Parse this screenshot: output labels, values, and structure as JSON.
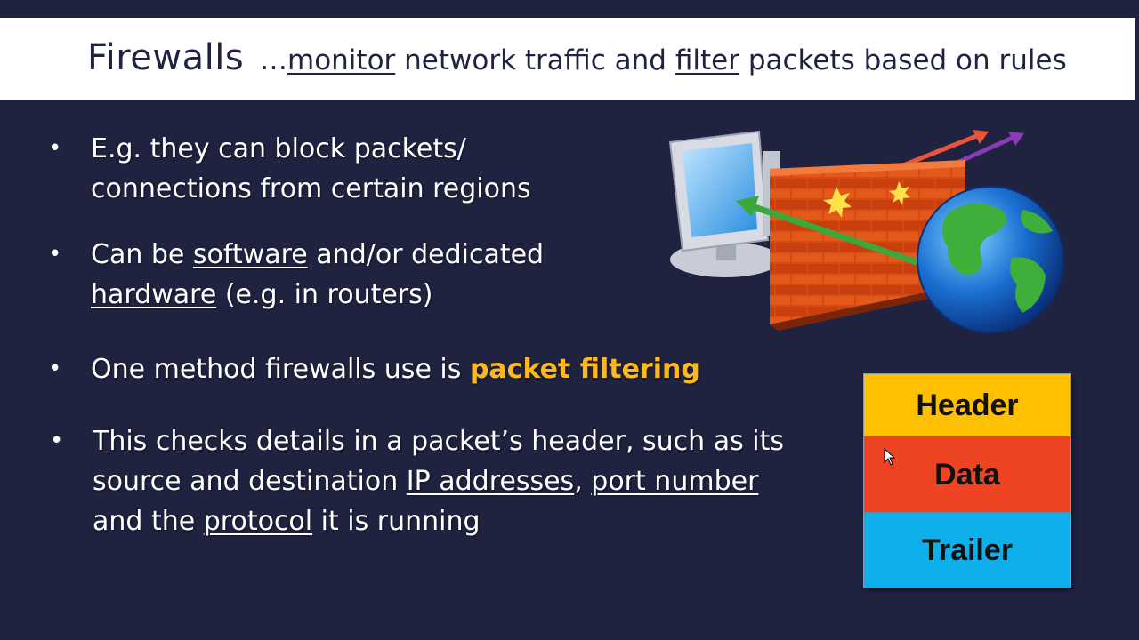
{
  "slide": {
    "title": "Firewalls",
    "subtitle": {
      "prefix": "…",
      "word1": "monitor",
      "mid": " network traffic and ",
      "word2": "filter",
      "end": " packets based on rules"
    },
    "bullets": [
      {
        "line1": "E.g. they can block packets/",
        "line2": "connections from certain regions"
      },
      {
        "a": "Can be ",
        "b": "software",
        "c": " and/or dedicated",
        "d": "hardware",
        "e": " (e.g. in routers)"
      },
      {
        "a": "One method firewalls use is ",
        "b": "packet filtering"
      },
      {
        "a": "This checks details in a packet’s header, such as its",
        "b": "source and destination ",
        "c": "IP addresses",
        "d": ", ",
        "e": "port number",
        "f": "and the ",
        "g": "protocol",
        "h": " it is running"
      }
    ],
    "bullet_symbol": "•",
    "packet": {
      "header": "Header",
      "data": "Data",
      "trailer": "Trailer"
    },
    "colors": {
      "background": "#1f2340",
      "highlight": "#fcb81c",
      "header": "#fec000",
      "data": "#ef4423",
      "trailer": "#0eb0ec"
    },
    "icons": [
      "computer-monitor-icon",
      "brick-firewall-icon",
      "globe-icon",
      "mouse-cursor-icon"
    ]
  }
}
